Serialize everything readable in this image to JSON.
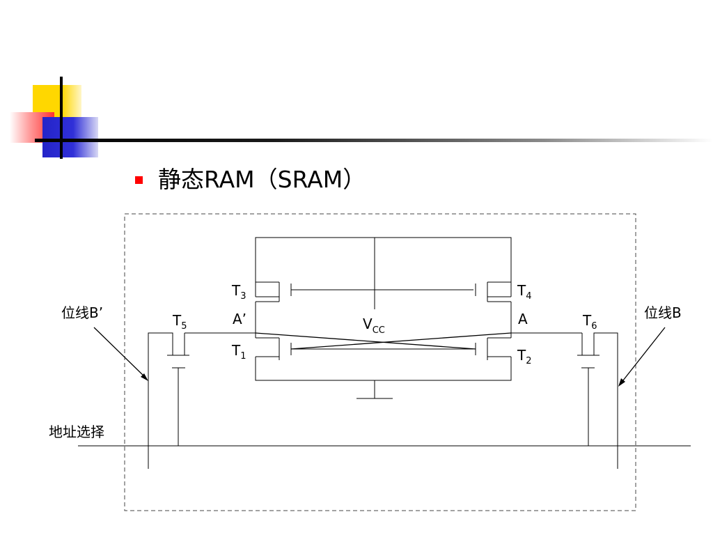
{
  "slide": {
    "title": "静态RAM（SRAM）"
  },
  "diagram": {
    "transistor_labels": {
      "t3": "T3",
      "t4": "T4",
      "t1": "T1",
      "t2": "T2",
      "t5": "T5",
      "t6": "T6"
    },
    "node_labels": {
      "a_prime": "A’",
      "a": "A",
      "vcc": "VCC"
    },
    "line_labels": {
      "bit_line_b_prime": "位线B’",
      "bit_line_b": "位线B",
      "address_select": "地址选择"
    }
  },
  "colors": {
    "bullet": "#ff0000",
    "accent_yellow": "#ffd700",
    "accent_red": "#ff3030",
    "accent_blue": "#2424c8"
  }
}
